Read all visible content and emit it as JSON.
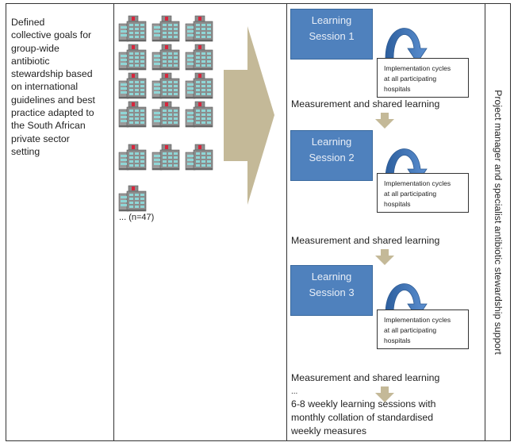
{
  "goals": {
    "lines": [
      "Defined",
      "collective goals for",
      "group-wide",
      "antibiotic",
      "stewardship based",
      "on international",
      "guidelines and best",
      "practice adapted to",
      "the South African",
      "private sector",
      "setting"
    ]
  },
  "hospitals": {
    "icon": "hospital-building-icon",
    "count_label": "... (n=47)",
    "colors": {
      "wall": "#8c8c8c",
      "window": "#8fd6d6",
      "cross": "#d7263d"
    }
  },
  "sessions": [
    {
      "line1": "Learning",
      "line2": "Session 1"
    },
    {
      "line1": "Learning",
      "line2": "Session 2"
    },
    {
      "line1": "Learning",
      "line2": "Session 3"
    }
  ],
  "implementation_box": {
    "lines": [
      "Implementation cycles",
      "at all participating",
      "hospitals"
    ]
  },
  "measurement_label": "Measurement and shared learning",
  "ellipsis": "...",
  "final_text": {
    "lines": [
      "6-8 weekly learning sessions with",
      "monthly collation of standardised",
      "weekly measures"
    ]
  },
  "support_label": "Project manager and specialist antibiotic stewardship support",
  "colors": {
    "session_fill": "#4f81bd",
    "arrow_tan": "#c4b998",
    "loop_blue": "#3c6fb0",
    "border": "#333333"
  }
}
